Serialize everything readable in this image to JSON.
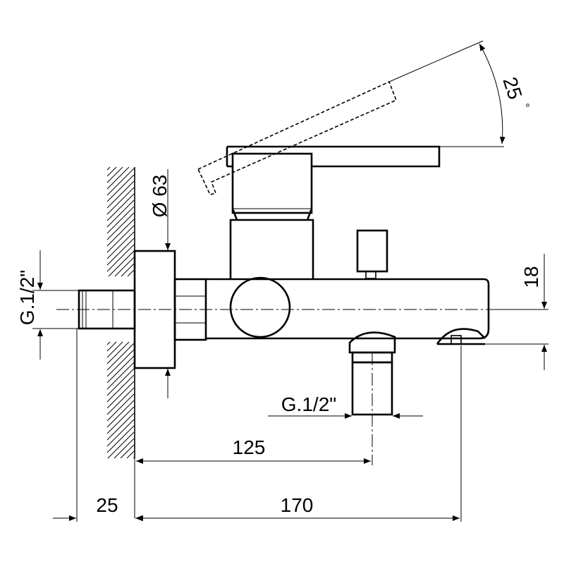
{
  "drawing": {
    "dimensions": {
      "angle": "25",
      "angle_unit": "°",
      "diameter": "Ø 63",
      "height": "18",
      "thread_wall": "G.1/2\"",
      "thread_spout": "G.1/2\"",
      "to_spout": "125",
      "wall_offset": "25",
      "total_length": "170"
    }
  }
}
